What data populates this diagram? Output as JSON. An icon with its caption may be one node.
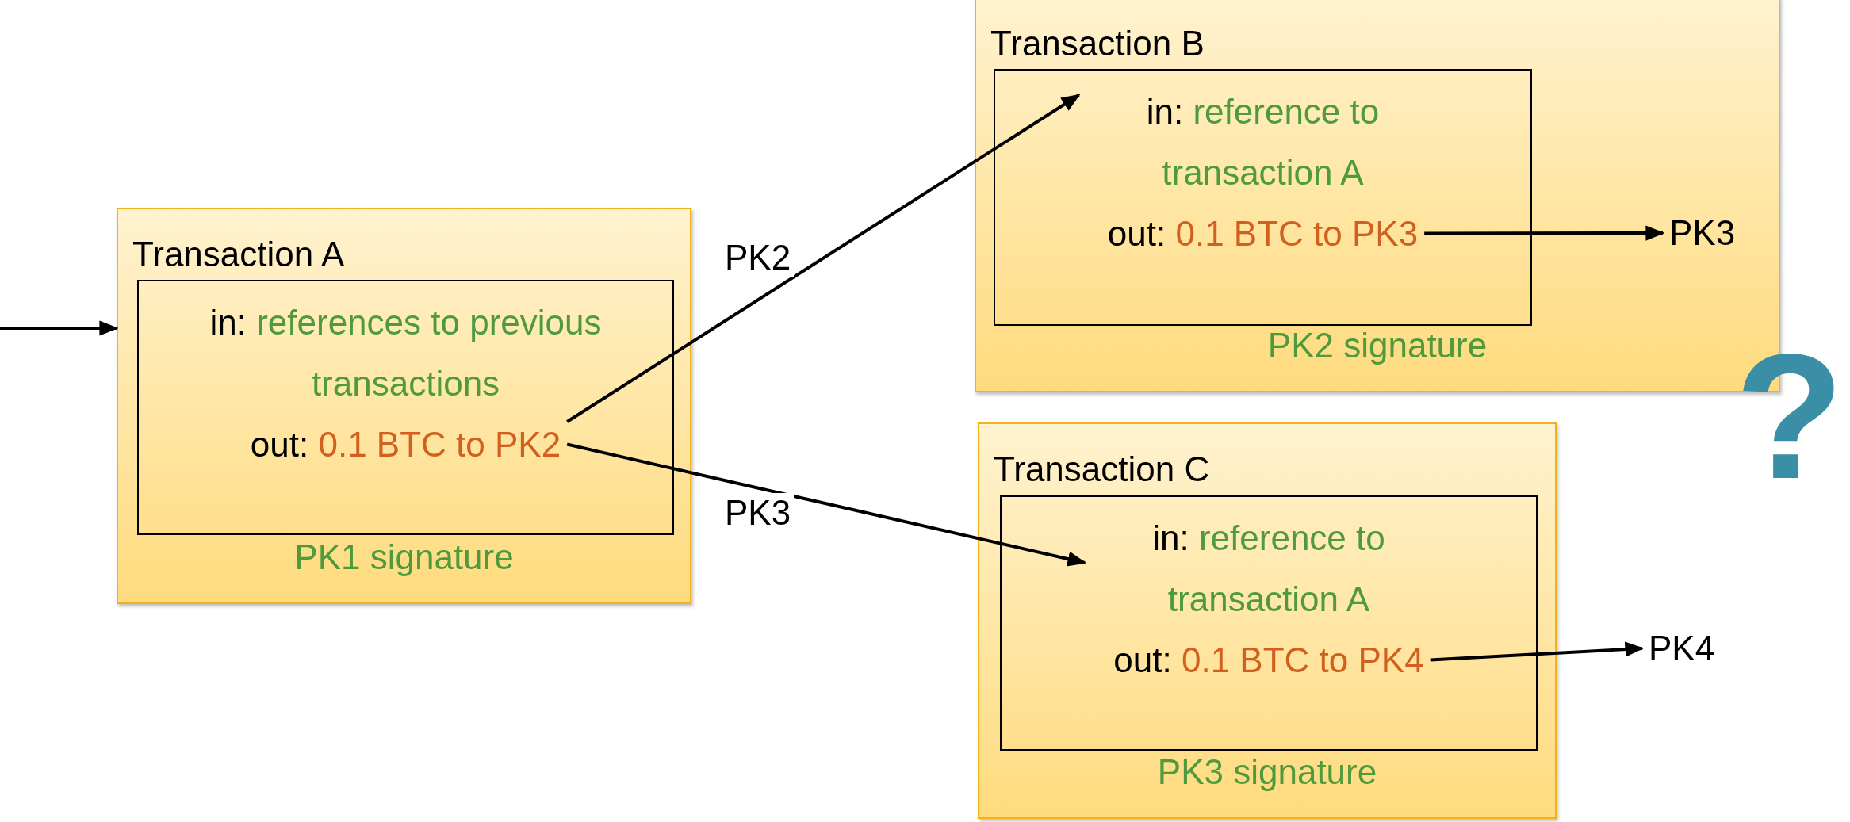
{
  "diagram": {
    "nodes": [
      {
        "text": [
          "Transaction A",
          "PK1 signature"
        ]
      },
      {
        "text": [],
        "shape": "box",
        "in": 0
      },
      {
        "text": [
          "in:",
          "references to previous transactions"
        ],
        "in": 1
      },
      {
        "text": [
          "out:",
          "0.1 BTC to PK2"
        ],
        "in": 1
      },
      {
        "text": [
          "Transaction B",
          "PK2 signature"
        ]
      },
      {
        "text": [],
        "shape": "box",
        "in": 4
      },
      {
        "text": [
          "in:",
          "reference to transaction A"
        ],
        "in": 5
      },
      {
        "text": [
          "out:",
          "0.1 BTC to PK3"
        ],
        "in": 5
      },
      {
        "text": [
          "Transaction C",
          "PK3 signature"
        ]
      },
      {
        "text": [],
        "shape": "box",
        "in": 8
      },
      {
        "text": [
          "in:",
          "reference to transaction A"
        ],
        "in": 9
      },
      {
        "text": [
          "out:",
          "0.1 BTC to PK4"
        ],
        "in": 9
      },
      {
        "text": [
          "PK3"
        ],
        "in": 4
      },
      {
        "text": [
          "PK4"
        ]
      }
    ],
    "edges": [
      {
        "from": null,
        "to": 0,
        "arrow": "to"
      },
      {
        "from": 3,
        "to": 6,
        "arrow": "to",
        "label": "PK2"
      },
      {
        "from": 3,
        "to": 10,
        "arrow": "to",
        "label": "PK3"
      },
      {
        "from": 7,
        "to": 12,
        "arrow": "to"
      },
      {
        "from": 11,
        "to": 13,
        "arrow": "to"
      }
    ],
    "labels": [
      "?"
    ]
  }
}
